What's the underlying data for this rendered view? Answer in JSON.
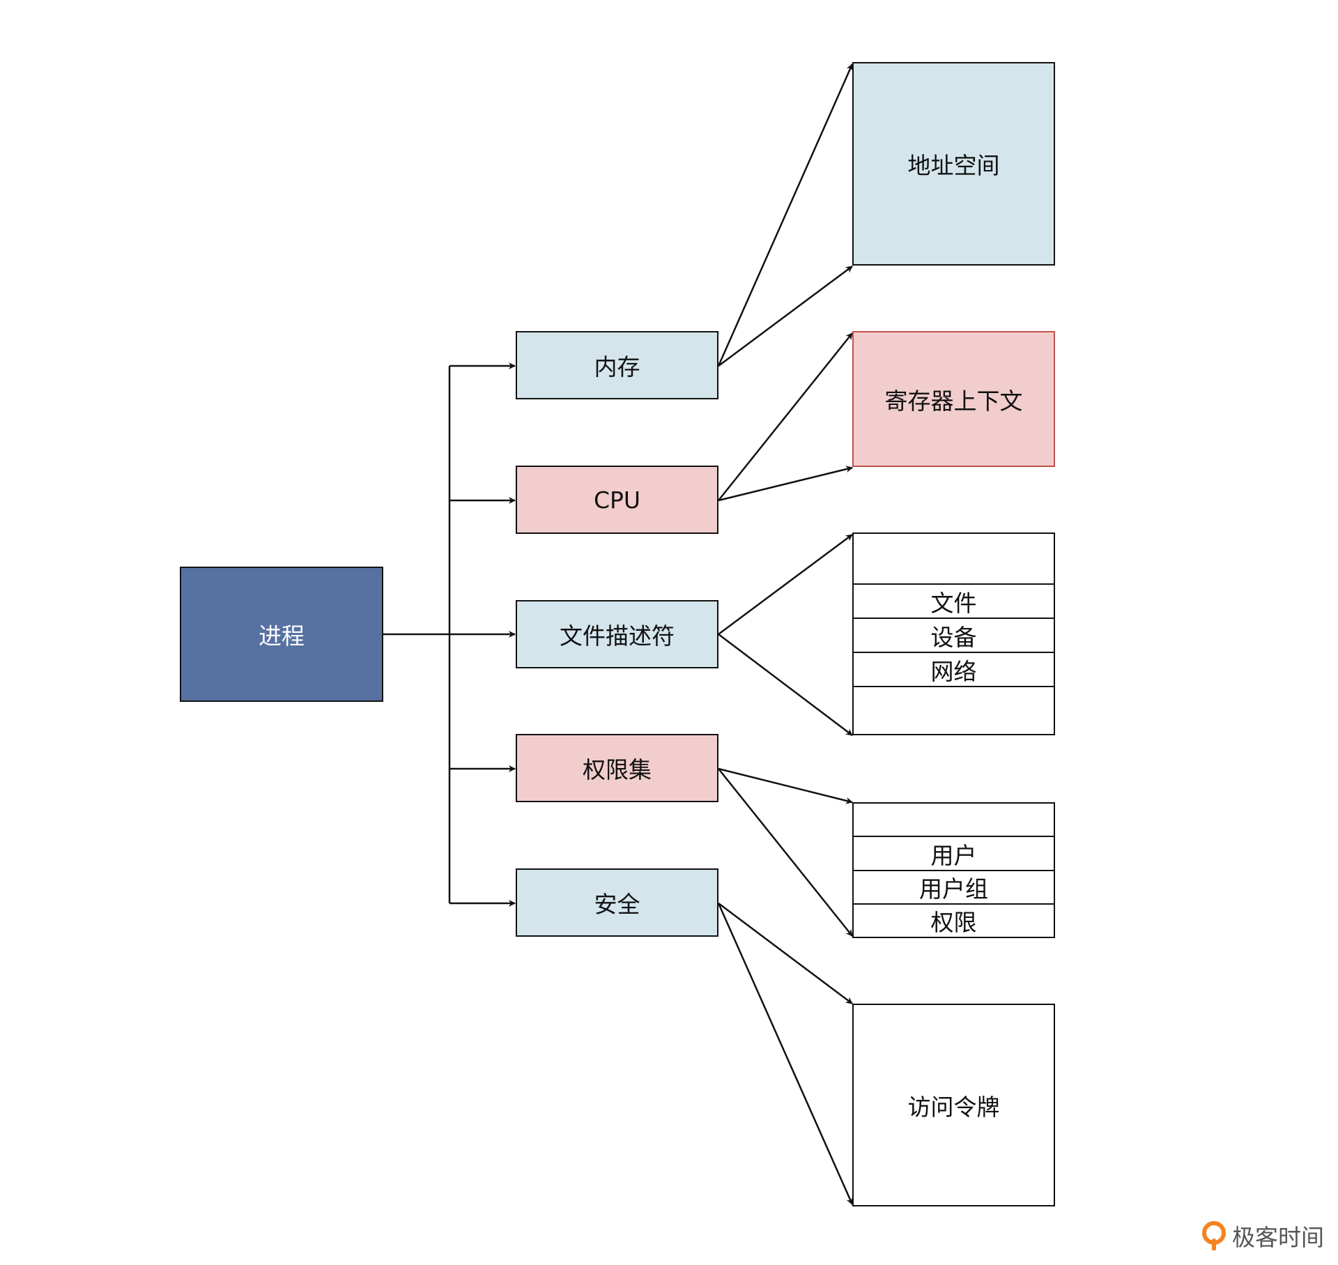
{
  "nodes": {
    "process": "进程",
    "memory": "内存",
    "cpu": "CPU",
    "fd": "文件描述符",
    "perm": "权限集",
    "security": "安全",
    "address_space": "地址空间",
    "register_ctx": "寄存器上下文",
    "access_token": "访问令牌"
  },
  "fd_table": [
    "",
    "文件",
    "设备",
    "网络",
    ""
  ],
  "perm_table": [
    "",
    "用户",
    "用户组",
    "权限"
  ],
  "logo": {
    "text": "极客时间"
  },
  "colors": {
    "process_fill": "#5772a2",
    "light_blue": "#d4e5ec",
    "light_pink": "#f2cdcd",
    "register_border": "#c0504d",
    "logo_orange": "#f5821f"
  }
}
